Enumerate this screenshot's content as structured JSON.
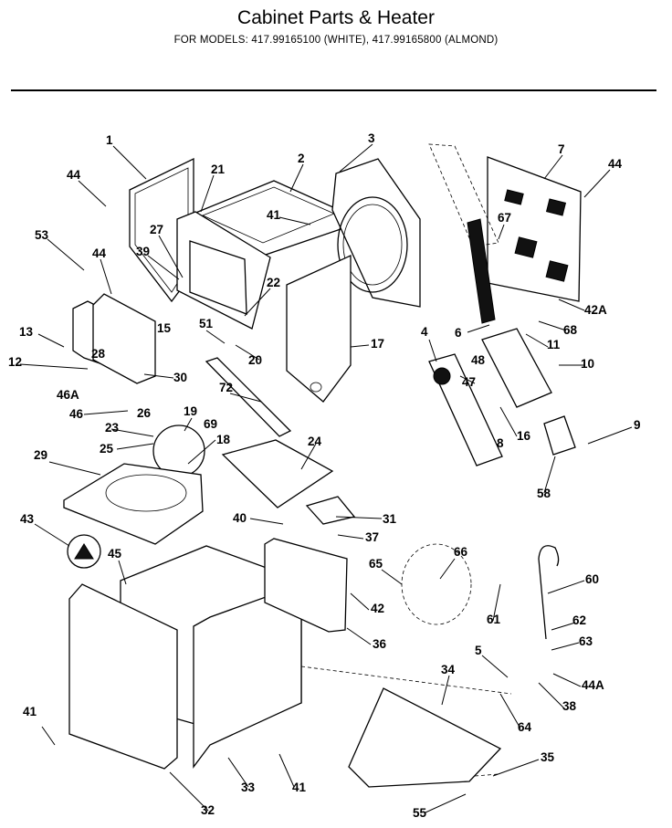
{
  "header": {
    "title": "Cabinet Parts & Heater",
    "subtitle": "FOR MODELS:  417.99165100 (WHITE), 417.99165800 (ALMOND)"
  },
  "callouts": [
    "1",
    "2",
    "3",
    "7",
    "44",
    "21",
    "41",
    "67",
    "53",
    "44",
    "27",
    "39",
    "22",
    "44",
    "42A",
    "68",
    "13",
    "28",
    "15",
    "51",
    "20",
    "17",
    "4",
    "6",
    "11",
    "12",
    "30",
    "48",
    "10",
    "72",
    "47",
    "46A",
    "26",
    "19",
    "69",
    "46",
    "23",
    "18",
    "16",
    "9",
    "8",
    "25",
    "24",
    "58",
    "29",
    "43",
    "40",
    "31",
    "37",
    "45",
    "65",
    "66",
    "60",
    "42",
    "36",
    "61",
    "62",
    "63",
    "5",
    "34",
    "44A",
    "38",
    "41",
    "64",
    "33",
    "41",
    "35",
    "32",
    "55"
  ]
}
